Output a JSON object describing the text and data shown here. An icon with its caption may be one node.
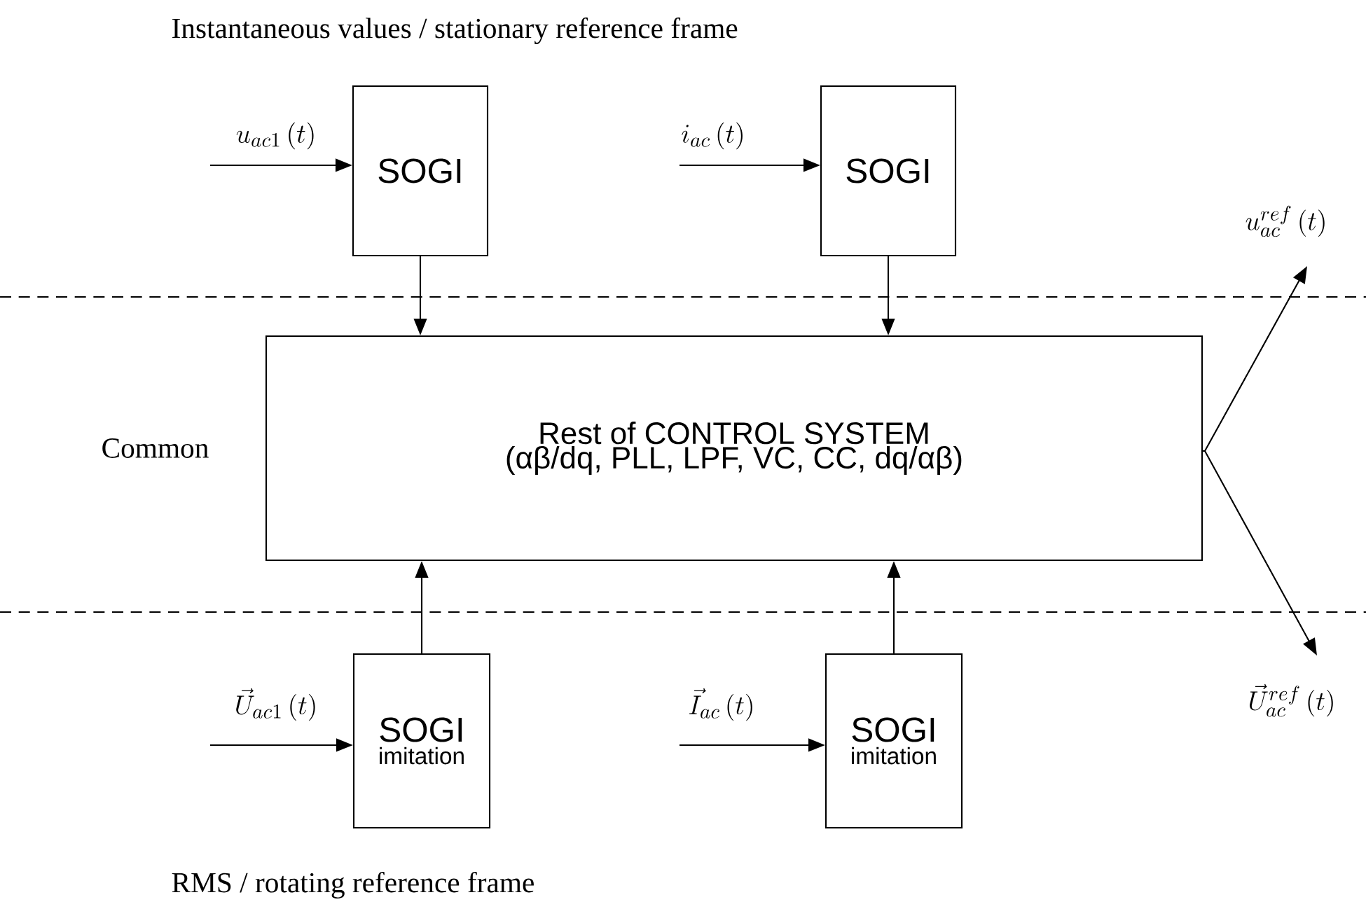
{
  "diagram": {
    "nodes": [
      {
        "text": [
          "SOGI"
        ]
      },
      {
        "text": [
          "SOGI"
        ]
      },
      {
        "text": [
          "Rest of CONTROL SYSTEM",
          "(αβ/dq, PLL, LPF, VC, CC, dq/αβ)"
        ]
      },
      {
        "text": [
          "SOGI",
          "imitation"
        ]
      },
      {
        "text": [
          "SOGI",
          "imitation"
        ]
      }
    ],
    "edges": [
      {
        "from": null,
        "to": 0,
        "arrow": "to",
        "label": "u_{ac1}\\left(t\\right)"
      },
      {
        "from": null,
        "to": 1,
        "arrow": "to",
        "label": "i_{ac}\\left(t\\right)"
      },
      {
        "from": 0,
        "to": 2,
        "arrow": "to"
      },
      {
        "from": 1,
        "to": 2,
        "arrow": "to"
      },
      {
        "from": null,
        "to": 3,
        "arrow": "to",
        "label": "\\vec{U}_{ac1}\\left(t\\right)"
      },
      {
        "from": null,
        "to": 4,
        "arrow": "to",
        "label": "\\vec{I}_{ac}\\left(t\\right)"
      },
      {
        "from": 3,
        "to": 2,
        "arrow": "to"
      },
      {
        "from": 4,
        "to": 2,
        "arrow": "to"
      },
      {
        "from": 2,
        "to": null,
        "arrow": "to",
        "label": "u_{ac}^{ref}\\left(t\\right)"
      },
      {
        "from": 2,
        "to": null,
        "arrow": "to",
        "label": "\\vec{U}_{ac}^{ref}\\left(t\\right)"
      }
    ],
    "labels": [
      "Instantaneous values / stationary reference frame",
      "Common",
      "RMS / rotating reference frame"
    ]
  }
}
